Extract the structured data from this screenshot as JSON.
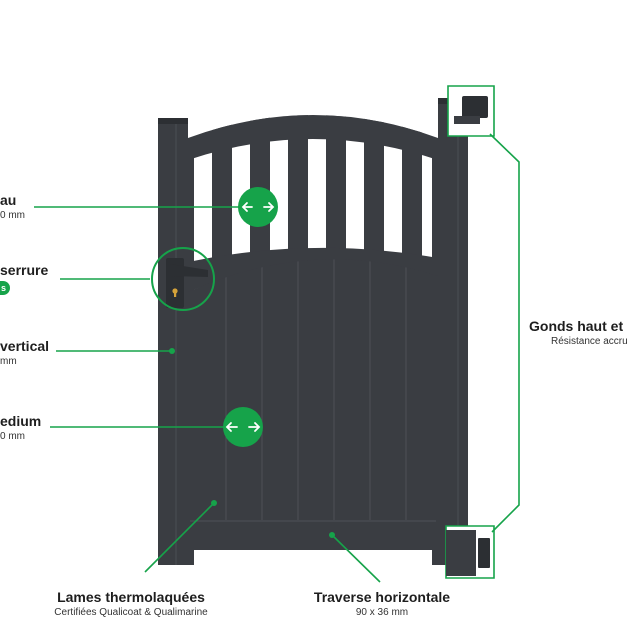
{
  "colors": {
    "gate": "#3a3d42",
    "gate_dark": "#2c2f33",
    "gate_line": "#4a4e54",
    "accent": "#16a34a",
    "text": "#1e1e1e"
  },
  "icons": {
    "width_arrows": "left-right-arrows-icon",
    "lock": "keyhole-icon"
  },
  "labels": {
    "barreau": {
      "title": "au",
      "sub": "0 mm"
    },
    "serrure": {
      "title": "serrure",
      "badge": "s"
    },
    "vertical": {
      "title": "vertical",
      "sub": "mm"
    },
    "medium": {
      "title": "edium",
      "sub": "0 mm"
    },
    "gonds": {
      "title": "Gonds haut et",
      "sub": "Résistance accru"
    },
    "lames": {
      "title": "Lames thermolaquées",
      "sub": "Certifiées Qualicoat & Qualimarine"
    },
    "traverse": {
      "title": "Traverse horizontale",
      "sub": "90 x 36 mm"
    }
  }
}
